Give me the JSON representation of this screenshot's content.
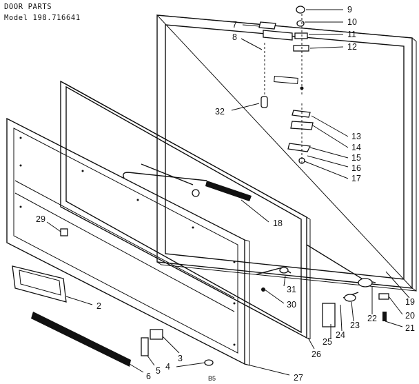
{
  "header": {
    "title": "DOOR PARTS",
    "model": "Model 198.716641"
  },
  "footer_code": "B5",
  "callouts": [
    "9",
    "10",
    "11",
    "12",
    "7",
    "8",
    "32",
    "13",
    "14",
    "15",
    "16",
    "17",
    "18",
    "29",
    "31",
    "30",
    "2",
    "19",
    "20",
    "21",
    "22",
    "23",
    "24",
    "25",
    "26",
    "3",
    "4",
    "5",
    "6",
    "27"
  ]
}
